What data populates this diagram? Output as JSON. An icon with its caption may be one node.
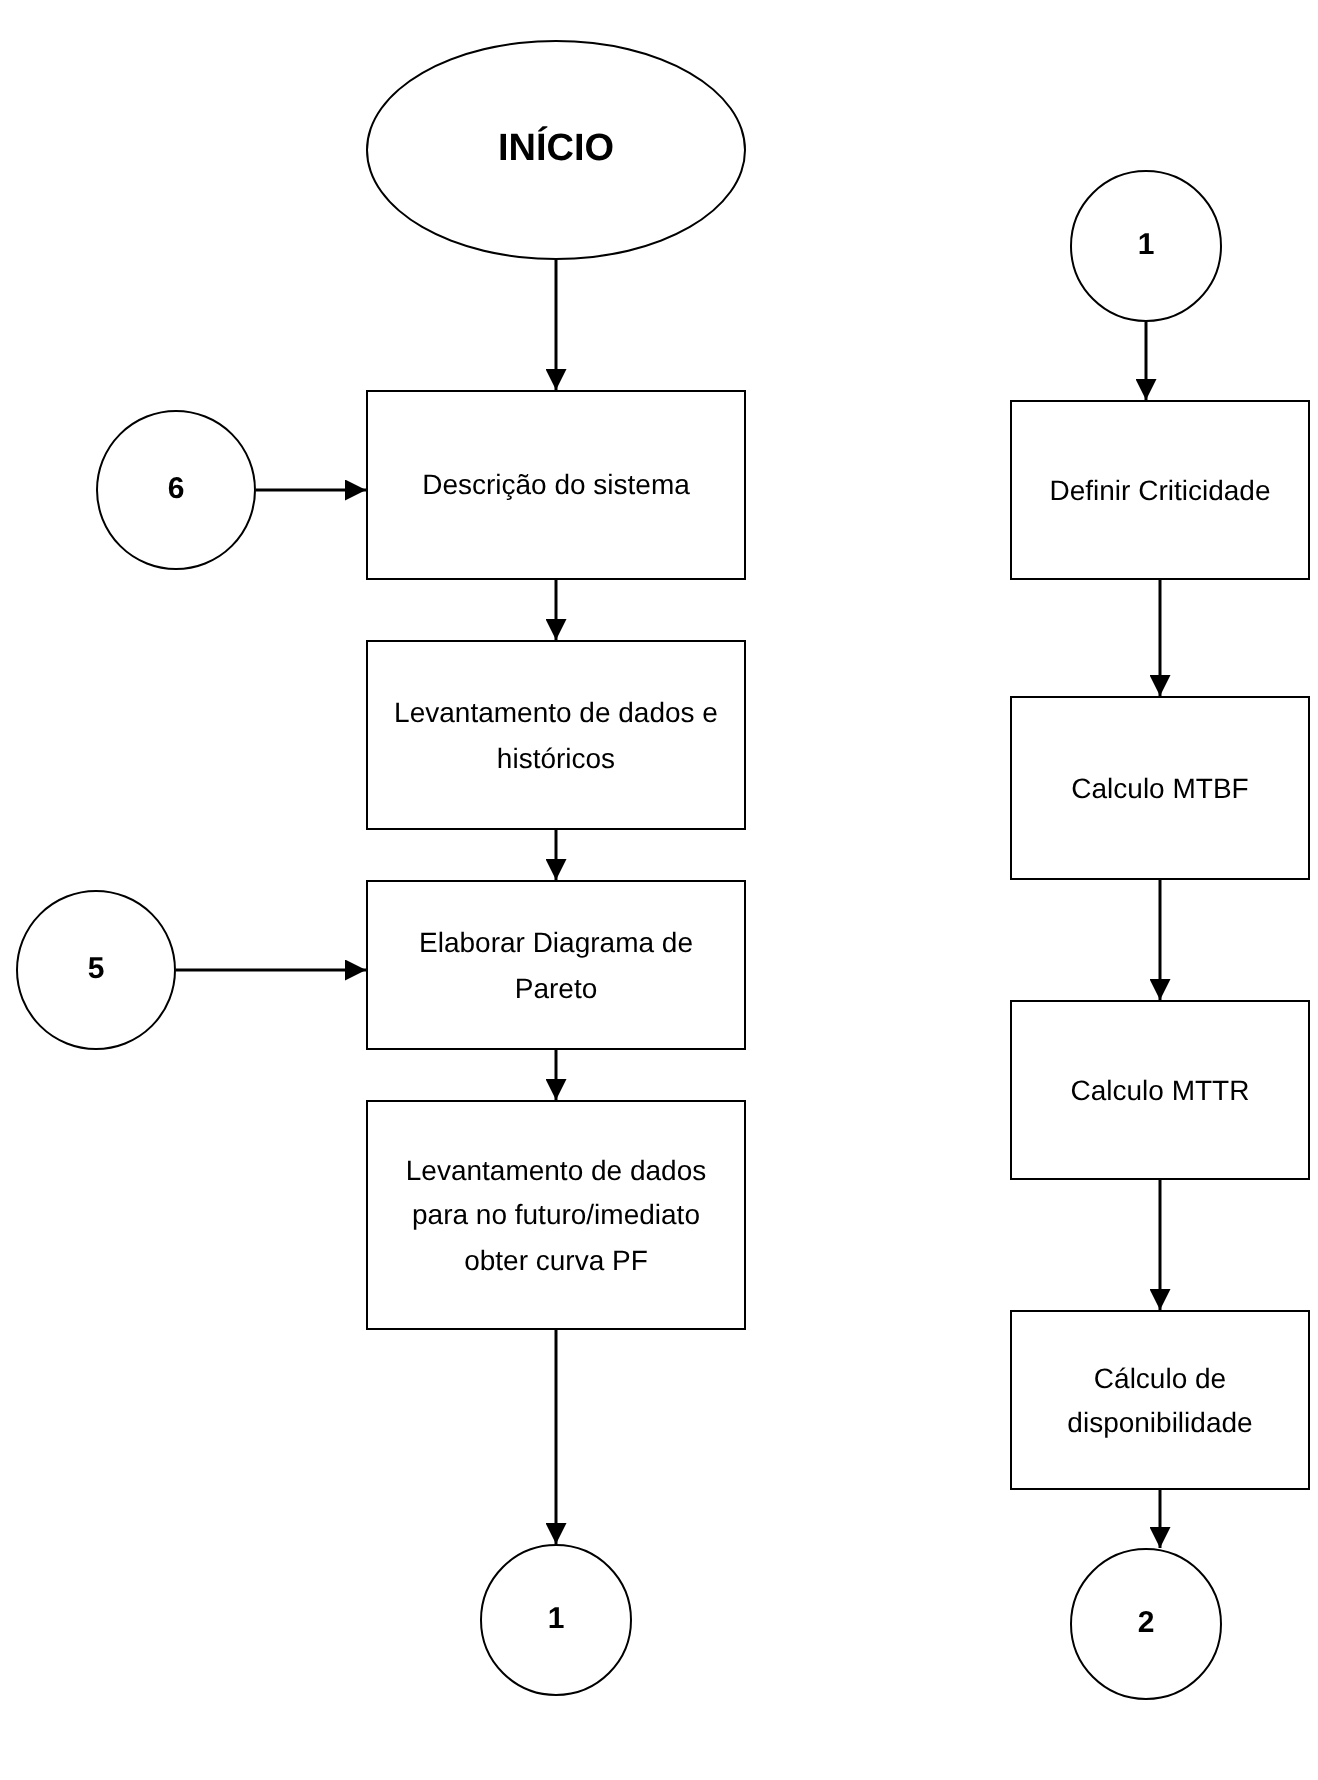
{
  "diagram": {
    "nodes": [
      {
        "text": [
          "INÍCIO"
        ]
      },
      {
        "text": [
          "6"
        ]
      },
      {
        "text": [
          "Descrição do sistema"
        ]
      },
      {
        "text": [
          "Levantamento de dados e históricos"
        ]
      },
      {
        "text": [
          "5"
        ]
      },
      {
        "text": [
          "Elaborar Diagrama de Pareto"
        ]
      },
      {
        "text": [
          "Levantamento de dados para no futuro/imediato obter  curva PF"
        ]
      },
      {
        "text": [
          "1"
        ]
      },
      {
        "text": [
          "1"
        ]
      },
      {
        "text": [
          "Definir Criticidade"
        ]
      },
      {
        "text": [
          "Calculo MTBF"
        ]
      },
      {
        "text": [
          "Calculo MTTR"
        ]
      },
      {
        "text": [
          "Cálculo de disponibilidade"
        ]
      },
      {
        "text": [
          "2"
        ]
      }
    ],
    "edges": [
      {
        "from": 0,
        "to": 2,
        "arrow": "to"
      },
      {
        "from": 1,
        "to": 2,
        "arrow": "to"
      },
      {
        "from": 2,
        "to": 3,
        "arrow": "to"
      },
      {
        "from": 3,
        "to": 5,
        "arrow": "to"
      },
      {
        "from": 4,
        "to": 5,
        "arrow": "to"
      },
      {
        "from": 5,
        "to": 6,
        "arrow": "to"
      },
      {
        "from": 6,
        "to": 7,
        "arrow": "to"
      },
      {
        "from": 8,
        "to": 9,
        "arrow": "to"
      },
      {
        "from": 9,
        "to": 10,
        "arrow": "to"
      },
      {
        "from": 10,
        "to": 11,
        "arrow": "to"
      },
      {
        "from": 11,
        "to": 12,
        "arrow": "to"
      },
      {
        "from": 12,
        "to": 13,
        "arrow": "to"
      }
    ]
  }
}
